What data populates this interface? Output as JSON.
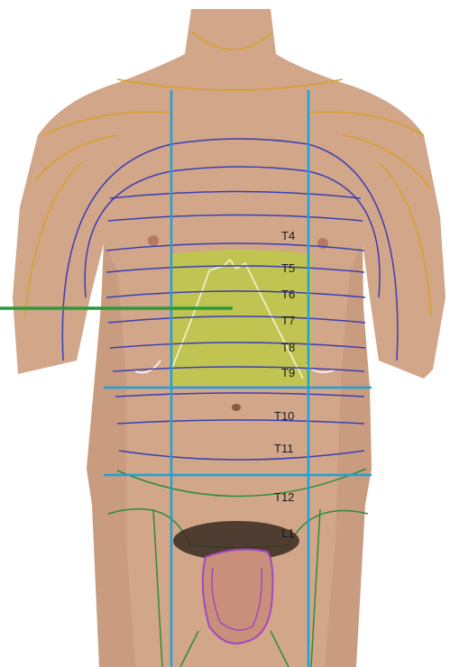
{
  "figure": {
    "segment_labels": [
      "T4",
      "T5",
      "T6",
      "T7",
      "T8",
      "T9",
      "T10",
      "T11",
      "T12",
      "L1"
    ]
  },
  "colors": {
    "background": "#ffffff",
    "skin": "#d2a689",
    "skin_shadow": "#b98a6c",
    "dermatome_line_thoracic": "#3b3fb3",
    "dermatome_line_cervical": "#d6a12a",
    "dermatome_line_lumbar": "#2e8b3a",
    "reference_lines": "#1ea0d8",
    "highlight_region": "#b5d82a",
    "pointer_line": "#2a9a3a",
    "genital_outline": "#a347c2"
  }
}
